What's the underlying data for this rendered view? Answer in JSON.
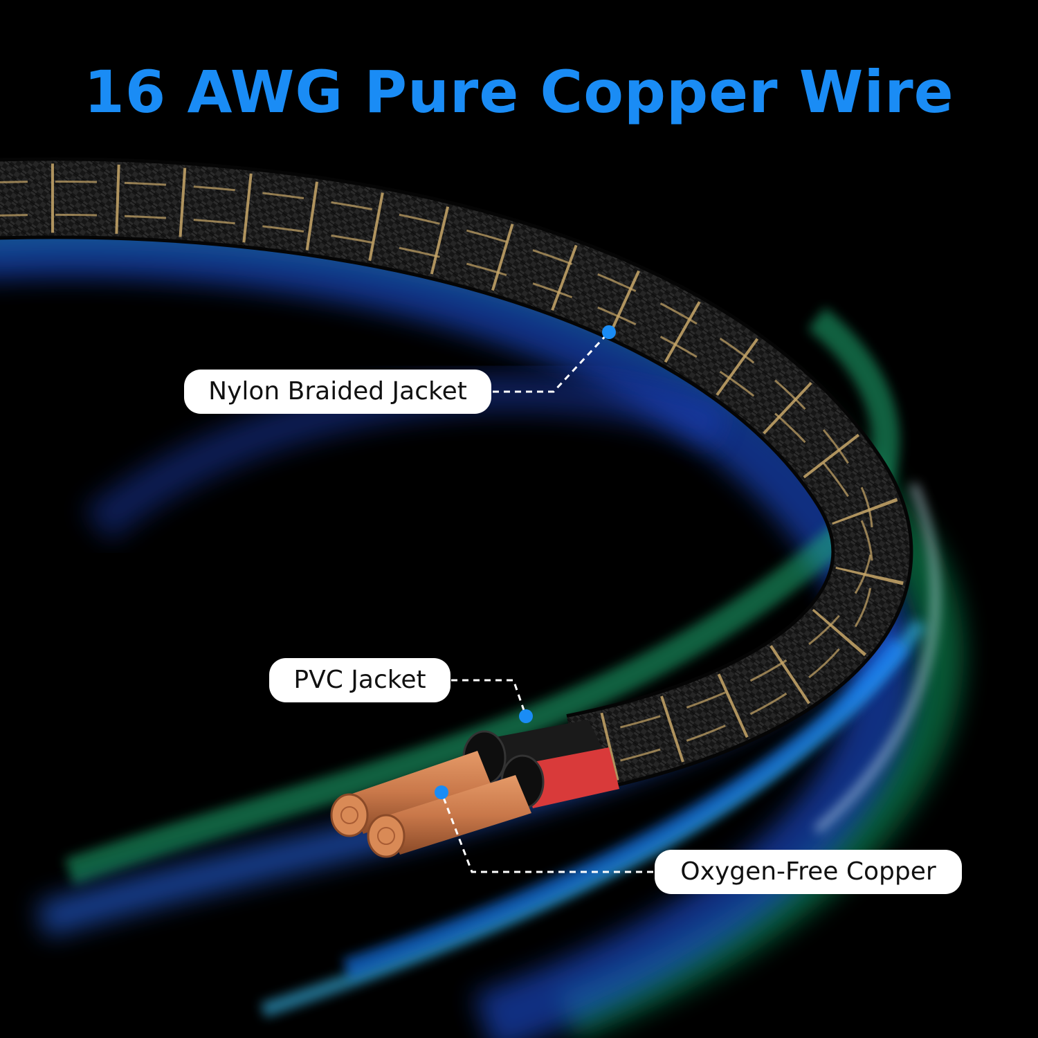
{
  "title": "16 AWG Pure Copper Wire",
  "labels": {
    "nylon": "Nylon Braided Jacket",
    "pvc": "PVC Jacket",
    "copper": "Oxygen-Free Copper"
  },
  "colors": {
    "title": "#1a8cf5",
    "marker": "#1a8cf5",
    "copper": "#c97a4a",
    "pvc_red": "#d93a3a",
    "braid_gold": "#c9a86a"
  }
}
